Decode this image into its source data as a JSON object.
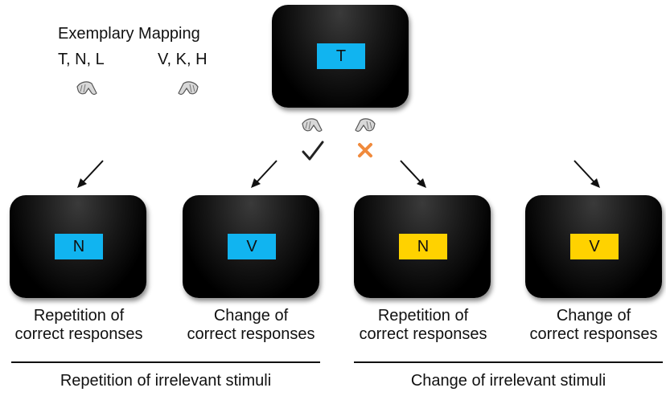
{
  "mapping": {
    "title": "Exemplary Mapping",
    "left_letters": "T, N, L",
    "right_letters": "V, K, H"
  },
  "top_screen": {
    "letter": "T",
    "box_color": "#11b4f0"
  },
  "colors": {
    "blue": "#11b4f0",
    "yellow": "#ffd200",
    "check": "#222222",
    "cross": "#f08a3c"
  },
  "screens": [
    {
      "letter": "N",
      "box_color": "#11b4f0",
      "caption_line1": "Repetition of",
      "caption_line2": "correct responses"
    },
    {
      "letter": "V",
      "box_color": "#11b4f0",
      "caption_line1": "Change of",
      "caption_line2": "correct responses"
    },
    {
      "letter": "N",
      "box_color": "#ffd200",
      "caption_line1": "Repetition of",
      "caption_line2": "correct responses"
    },
    {
      "letter": "V",
      "box_color": "#ffd200",
      "caption_line1": "Change of",
      "caption_line2": "correct responses"
    }
  ],
  "groups": [
    {
      "label": "Repetition of irrelevant stimuli"
    },
    {
      "label": "Change of irrelevant stimuli"
    }
  ],
  "icons": [
    "left-pointing-hand-icon",
    "right-pointing-hand-icon",
    "checkmark-icon",
    "cross-icon",
    "arrow-icon"
  ]
}
